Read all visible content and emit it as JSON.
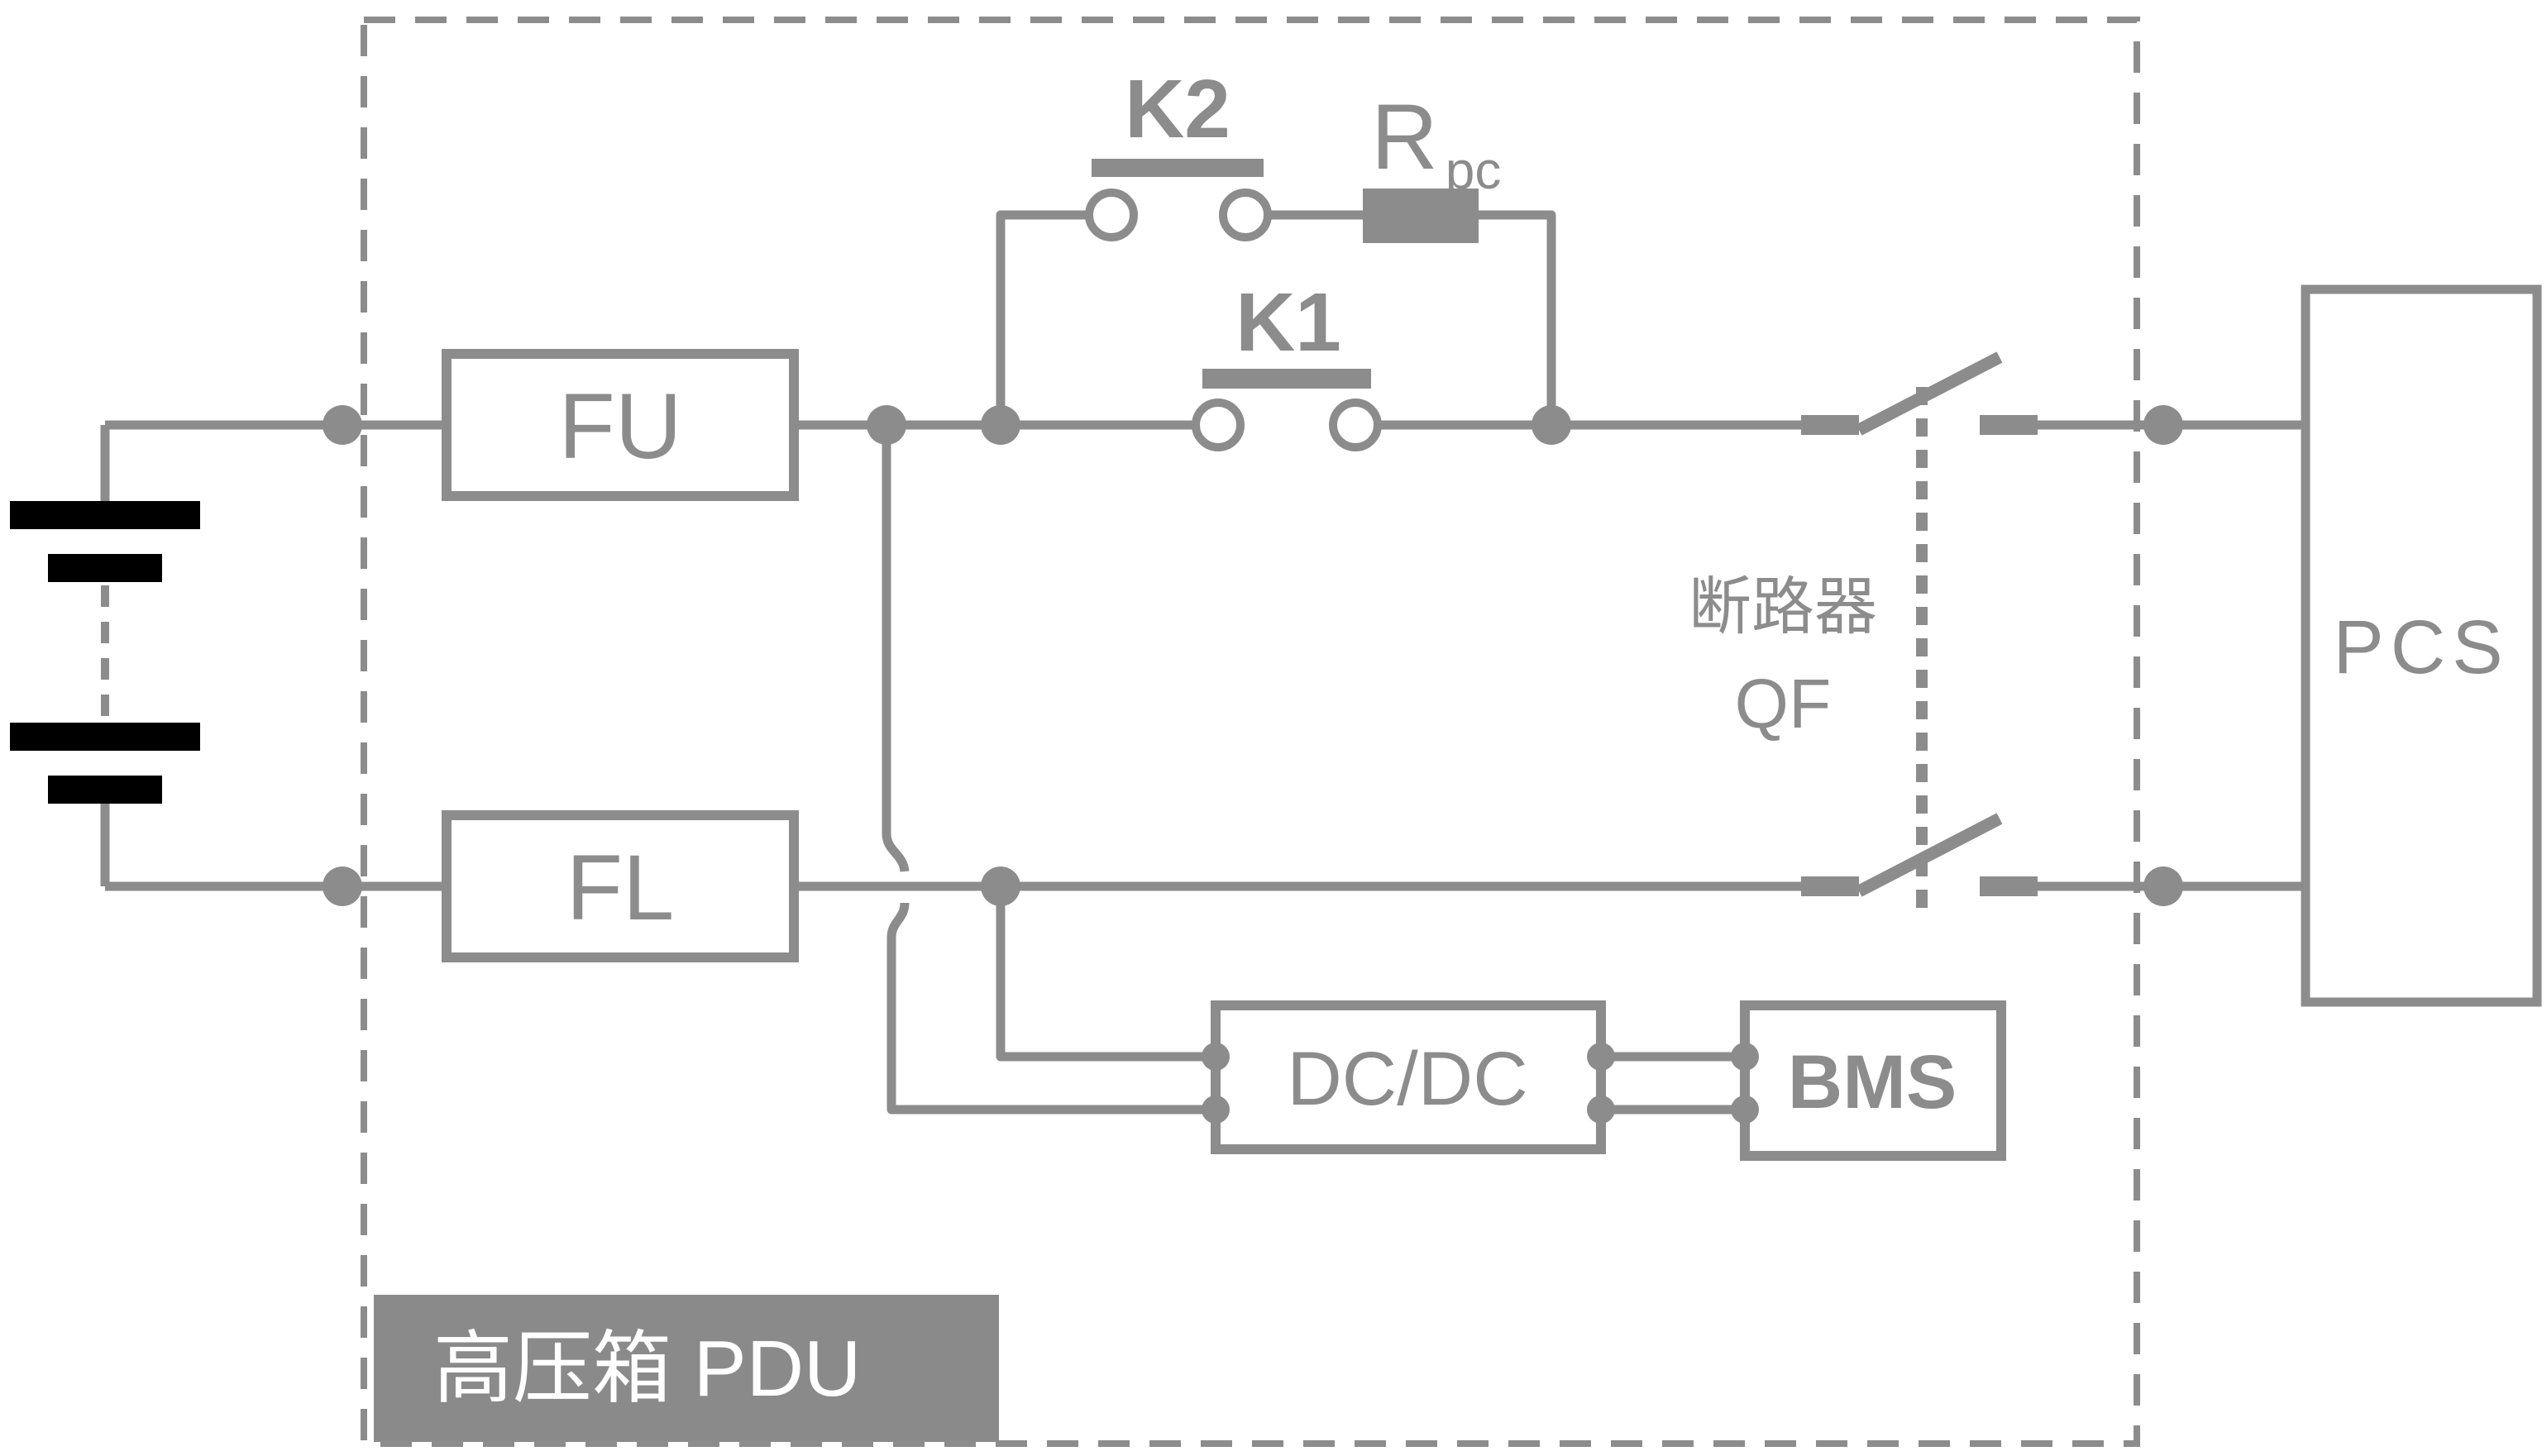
{
  "pdu": {
    "title": "高压箱 PDU"
  },
  "labels": {
    "fu": "FU",
    "fl": "FL",
    "k1": "K1",
    "k2": "K2",
    "resistor_symbol": "R",
    "resistor_subscript": "pc",
    "breaker_name": "断路器",
    "breaker_code": "QF",
    "pcs": "PCS",
    "dcdc": "DC/DC",
    "bms": "BMS"
  },
  "colors": {
    "wire": "#8C8C8C",
    "accent": "#E2790A",
    "battery": "#000000",
    "pdu_fill": "#8A8A8A",
    "pdu_text": "#FFFFFF",
    "background": "#FFFFFF"
  }
}
